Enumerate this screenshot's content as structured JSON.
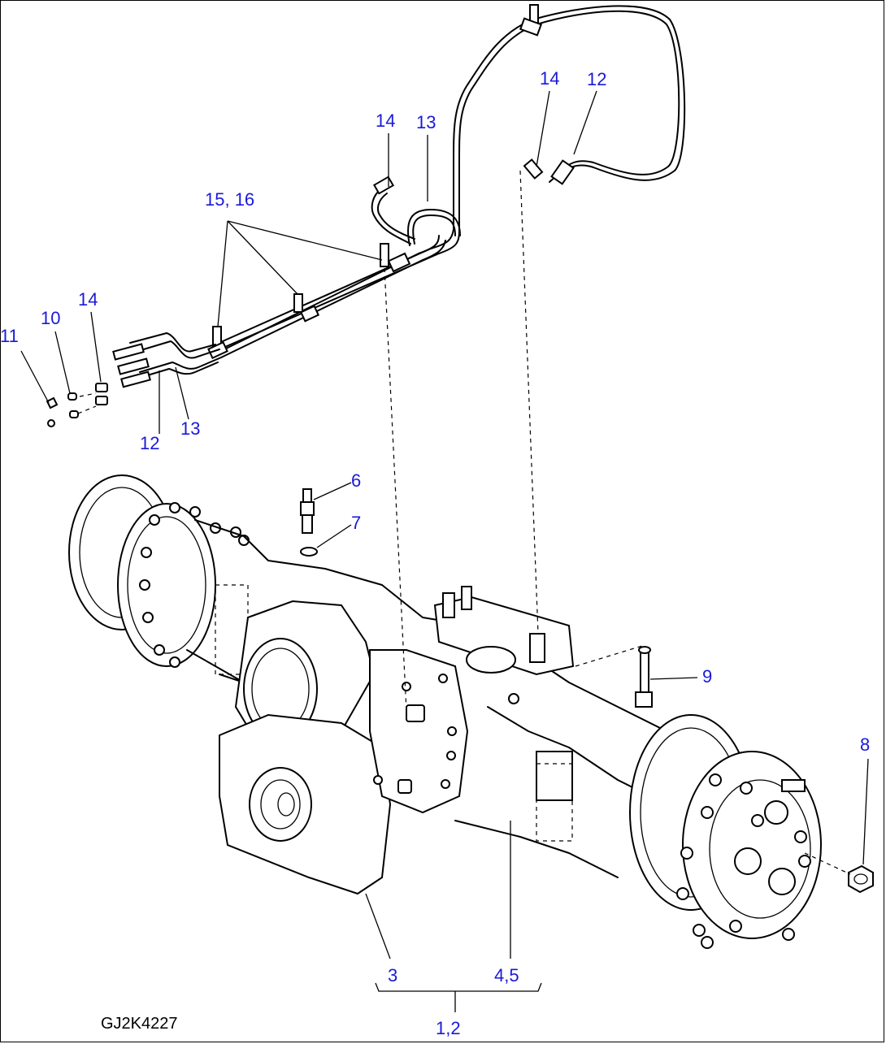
{
  "drawing_code": "GJ2K4227",
  "colors": {
    "label": "#1a1ad8",
    "line": "#000000",
    "background": "#ffffff"
  },
  "callouts": [
    {
      "id": "c11",
      "text": "11"
    },
    {
      "id": "c10",
      "text": "10"
    },
    {
      "id": "c14a",
      "text": "14"
    },
    {
      "id": "c12a",
      "text": "12"
    },
    {
      "id": "c13a",
      "text": "13"
    },
    {
      "id": "c1516",
      "text": "15, 16"
    },
    {
      "id": "c14b",
      "text": "14"
    },
    {
      "id": "c13b",
      "text": "13"
    },
    {
      "id": "c14c",
      "text": "14"
    },
    {
      "id": "c12b",
      "text": "12"
    },
    {
      "id": "c6",
      "text": "6"
    },
    {
      "id": "c7",
      "text": "7"
    },
    {
      "id": "c9",
      "text": "9"
    },
    {
      "id": "c8",
      "text": "8"
    },
    {
      "id": "c3",
      "text": "3"
    },
    {
      "id": "c45",
      "text": "4,5"
    },
    {
      "id": "c12",
      "text": "1,2"
    }
  ]
}
